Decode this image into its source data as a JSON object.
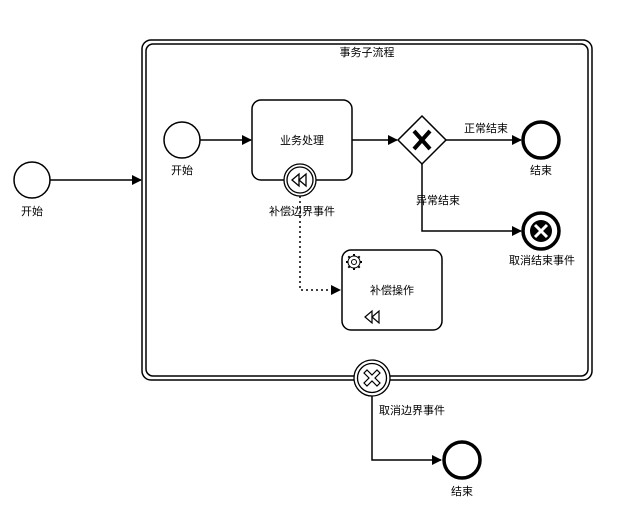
{
  "diagram": {
    "subprocess_title": "事务子流程",
    "outer_start_label": "开始",
    "inner_start_label": "开始",
    "task_label": "业务处理",
    "compensation_boundary_label": "补偿边界事件",
    "gateway_normal_label": "正常结束",
    "gateway_abnormal_label": "异常结束",
    "inner_end_label": "结束",
    "cancel_end_label": "取消结束事件",
    "compensate_task_label": "补偿操作",
    "cancel_boundary_label": "取消边界事件",
    "final_end_label": "结束"
  }
}
